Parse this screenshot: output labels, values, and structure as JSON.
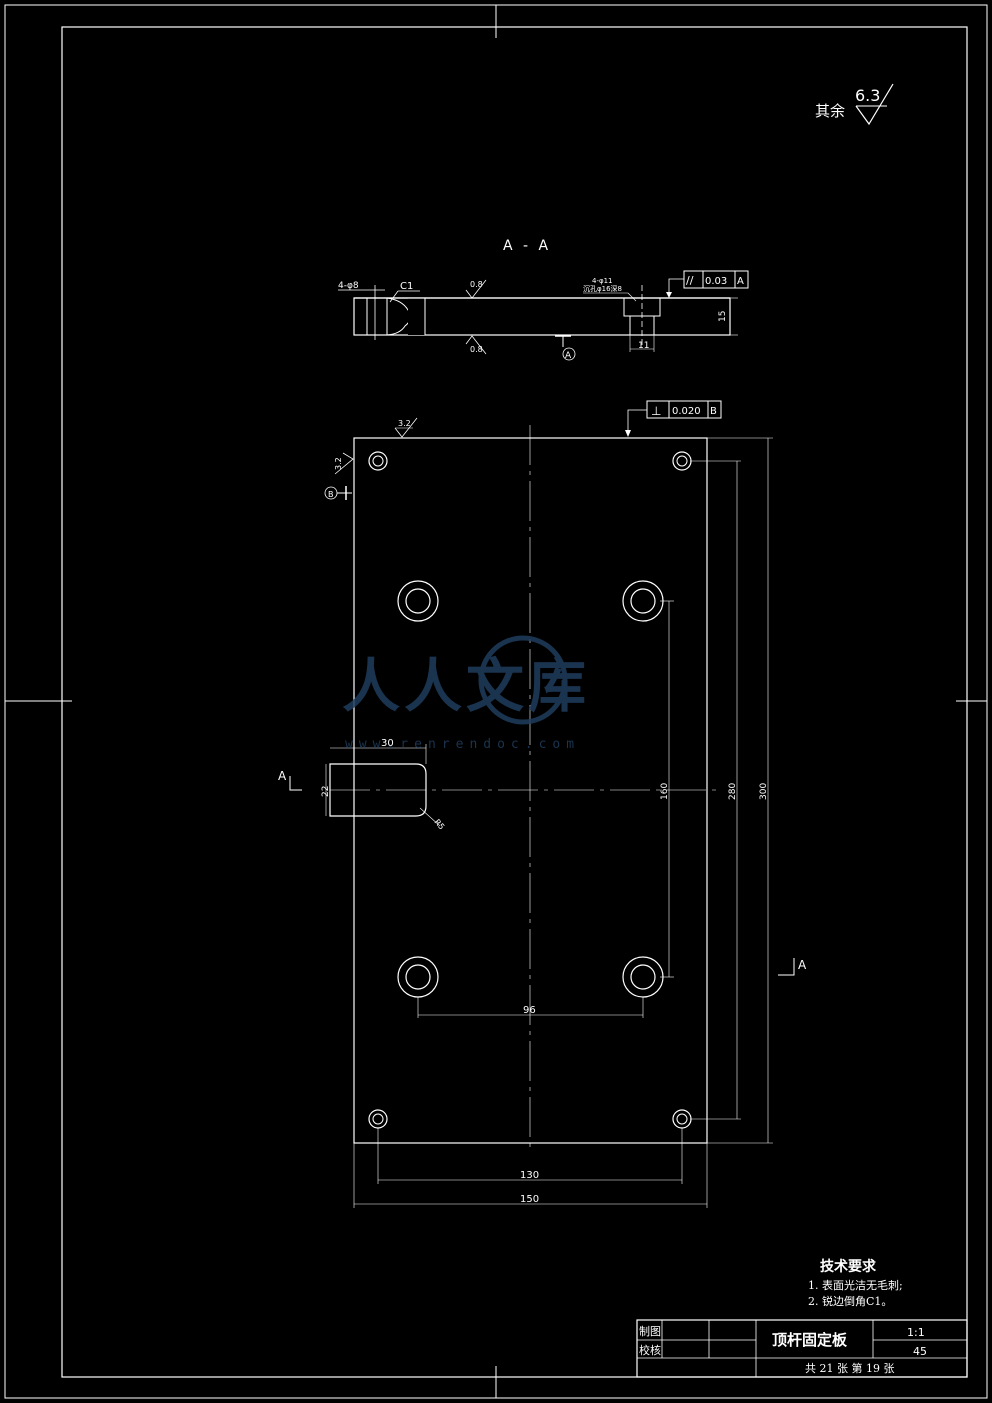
{
  "drawing": {
    "roughness_rest_label": "其余",
    "roughness_rest_value": "6.3",
    "section_label": "A - A",
    "section": {
      "callout_holes_left": "4-φ8",
      "chamfer": "C1",
      "rough_top": "0.8",
      "rough_bottom": "0.8",
      "callout_holes_right_1": "4-φ11",
      "callout_holes_right_2": "沉孔φ16深8",
      "parallelism_symbol": "//",
      "parallelism_value": "0.03",
      "parallelism_datum": "A",
      "datum_marker": "A",
      "dim_thickness": "15",
      "dim_counterbore": "11"
    },
    "plan": {
      "perp_symbol": "⊥",
      "perp_value": "0.020",
      "perp_datum": "B",
      "rough_top": "3.2",
      "rough_left": "3.2",
      "datum_marker": "B",
      "cut_label_left": "A",
      "cut_label_right": "A",
      "dim_slot_width": "30",
      "dim_slot_height": "22",
      "dim_slot_radius": "R5",
      "dim_160": "160",
      "dim_280": "280",
      "dim_300": "300",
      "dim_96": "96",
      "dim_130": "130",
      "dim_150": "150"
    }
  },
  "watermark": {
    "text": "人人文库",
    "url": "www.renrendoc.com"
  },
  "tech_requirements": {
    "title": "技术要求",
    "items": [
      "1. 表面光洁无毛刺;",
      "2. 锐边倒角C1。"
    ]
  },
  "title_block": {
    "drawn_label": "制图",
    "checked_label": "校核",
    "part_name": "顶杆固定板",
    "scale": "1:1",
    "material": "45",
    "sheet_info": "共 21 张   第 19 张"
  },
  "colors": {
    "background": "#000000",
    "lines": "#ffffff",
    "watermark": "#1f3d5c"
  }
}
